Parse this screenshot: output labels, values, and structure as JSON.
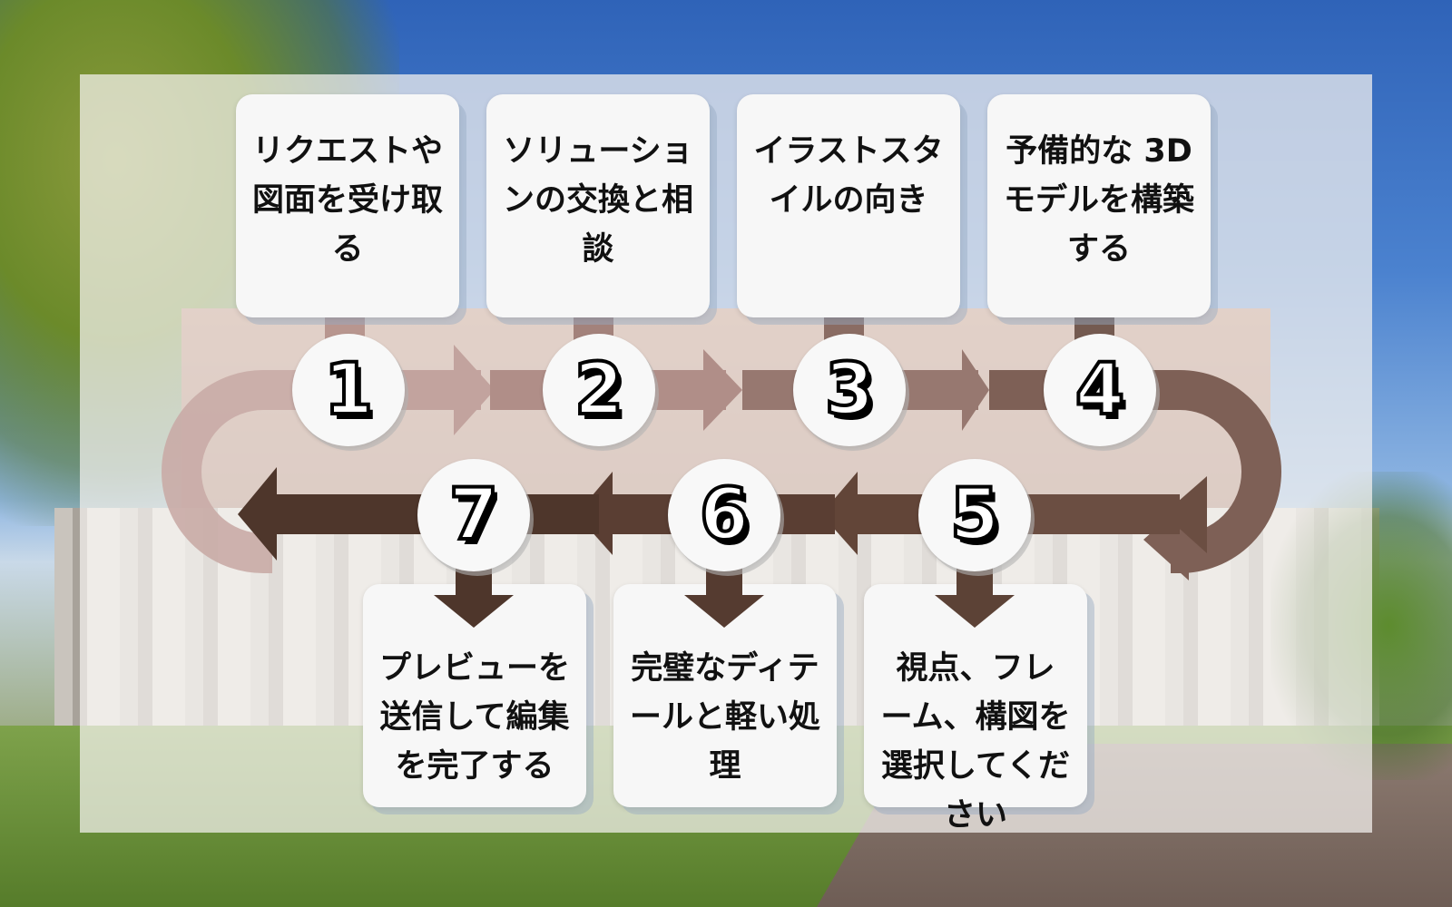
{
  "diagram": {
    "type": "process-flow",
    "colors": {
      "arrow_light": "#b89a94",
      "arrow_mid": "#8d6e63",
      "arrow_dark": "#5a4034",
      "card_bg": "#f7f7f7",
      "panel_overlay": "rgba(245,243,240,0.72)",
      "text": "#111111"
    },
    "steps": [
      {
        "number": "1",
        "label": "リクエストや図面を受け取る"
      },
      {
        "number": "2",
        "label": "ソリューションの交換と相談"
      },
      {
        "number": "3",
        "label": "イラストスタイルの向き"
      },
      {
        "number": "4",
        "label": "予備的な 3D モデルを構築する"
      },
      {
        "number": "5",
        "label": "視点、フレーム、構図を選択してください"
      },
      {
        "number": "6",
        "label": "完璧なディテールと軽い処理"
      },
      {
        "number": "7",
        "label": "プレビューを送信して編集を完了する"
      }
    ]
  }
}
